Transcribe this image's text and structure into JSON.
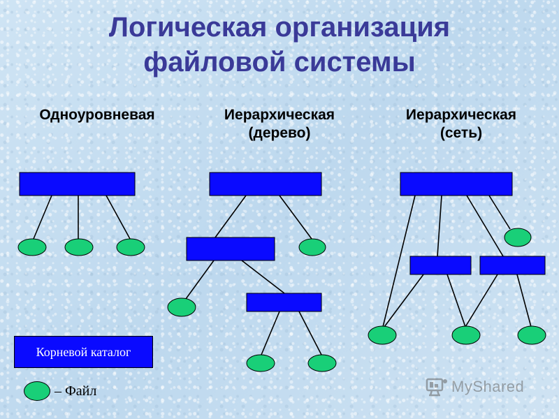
{
  "title_line1": "Логическая организация",
  "title_line2": "файловой системы",
  "columns": [
    {
      "line1": "Одноуровневая",
      "line2": ""
    },
    {
      "line1": "Иерархическая",
      "line2": "(дерево)"
    },
    {
      "line1": "Иерархическая",
      "line2": "(сеть)"
    }
  ],
  "legend": {
    "directory_label": "Корневой каталог",
    "file_label": "– Файл"
  },
  "watermark": {
    "text": "MyShared",
    "icon": "myshared-logo-icon"
  },
  "colors": {
    "title": "#3a3a98",
    "directory_fill": "#0a0aff",
    "file_fill": "#19cf78",
    "background": "#c6dff1"
  }
}
